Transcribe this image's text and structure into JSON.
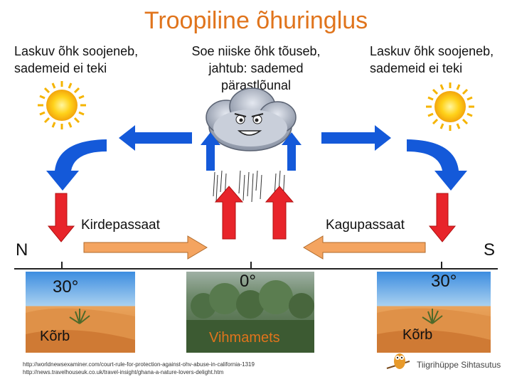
{
  "title": "Troopiline õhuringlus",
  "descriptions": {
    "left": [
      "Laskuv õhk soojeneb,",
      "sademeid ei teki"
    ],
    "center": [
      "Soe niiske õhk tõuseb,",
      "jahtub: sademed",
      "pärastlõunal"
    ],
    "right": [
      "Laskuv õhk soojeneb,",
      "sademeid ei teki"
    ]
  },
  "winds": {
    "left": "Kirdepassaat",
    "right": "Kagupassaat"
  },
  "poles": {
    "north": "N",
    "south": "S"
  },
  "latitudes": {
    "left": "30°",
    "center": "0°",
    "right": "30°"
  },
  "photos": {
    "left": "Kõrb",
    "center": "Vihmamets",
    "right": "Kõrb"
  },
  "credits": [
    "http://worldnewsexaminer.com/court-rule-for-protection-against-ohv-abuse-in-california-1319",
    "http://news.travelhouseuk.co.uk/travel-insight/ghana-a-nature-lovers-delight.htm"
  ],
  "logo": "Tiigrihüppe Sihtasutus",
  "colors": {
    "title": "#e0741c",
    "arrow_red": "#e8242a",
    "arrow_blue": "#1459d9",
    "arrow_orange": "#f4a460",
    "rainforest_label": "#e0741c"
  },
  "icons": [
    "sun-icon",
    "cloud-icon",
    "rain-icon",
    "owl-logo-icon"
  ]
}
